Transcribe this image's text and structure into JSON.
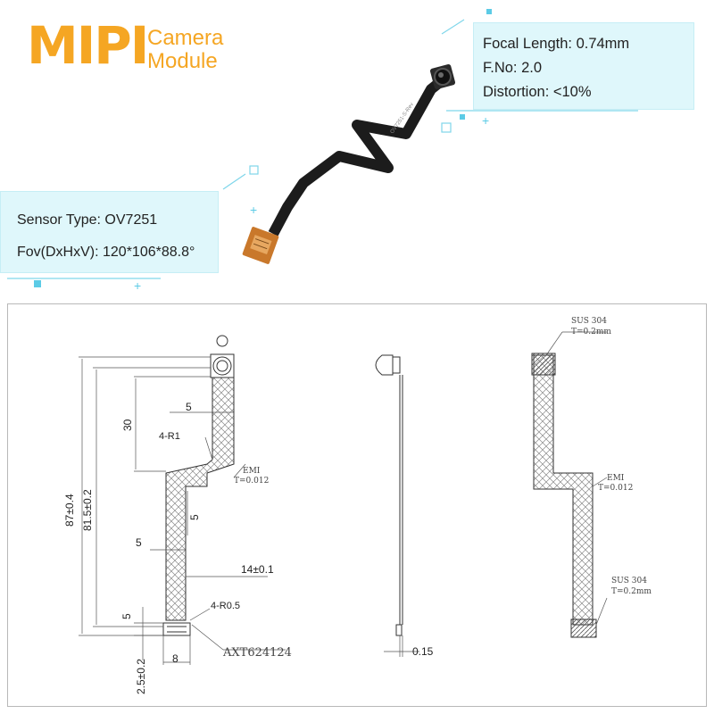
{
  "brand": {
    "title": "MIPI",
    "subtitle_line1": "Camera",
    "subtitle_line2": "Module"
  },
  "specs_right": {
    "focal_length": "Focal Length: 0.74mm",
    "f_no": "F.No: 2.0",
    "distortion": "Distortion: <10%"
  },
  "specs_left": {
    "sensor_type": "Sensor Type:  OV7251",
    "fov": "Fov(DxHxV): 120*106*88.8°"
  },
  "flex_print": "OV7251-S-Rev",
  "drawing": {
    "front": {
      "dim_30": "30",
      "dim_5_top": "5",
      "dim_4r1": "4-R1",
      "emi": "EMI",
      "emi_t": "T=0.012",
      "dim_5_mid": "5",
      "dim_5_left": "5",
      "dim_14": "14±0.1",
      "dim_87": "87±0.4",
      "dim_815": "81.5±0.2",
      "dim_5_bottom": "5",
      "dim_4r05": "4-R0.5",
      "connector": "AXT624124",
      "dim_8": "8",
      "dim_25": "2.5±0.2"
    },
    "side": {
      "thickness": "0.15"
    },
    "back": {
      "sus_top": "SUS 304",
      "sus_top_t": "T=0.2mm",
      "emi": "EMI",
      "emi_t": "T=0.012",
      "sus_bottom": "SUS 304",
      "sus_bottom_t": "T=0.2mm"
    }
  },
  "colors": {
    "brand_orange": "#f5a623",
    "spec_bg": "#dff7fb",
    "flex_black": "#1c1c1c",
    "connector_orange": "#c9782b"
  }
}
